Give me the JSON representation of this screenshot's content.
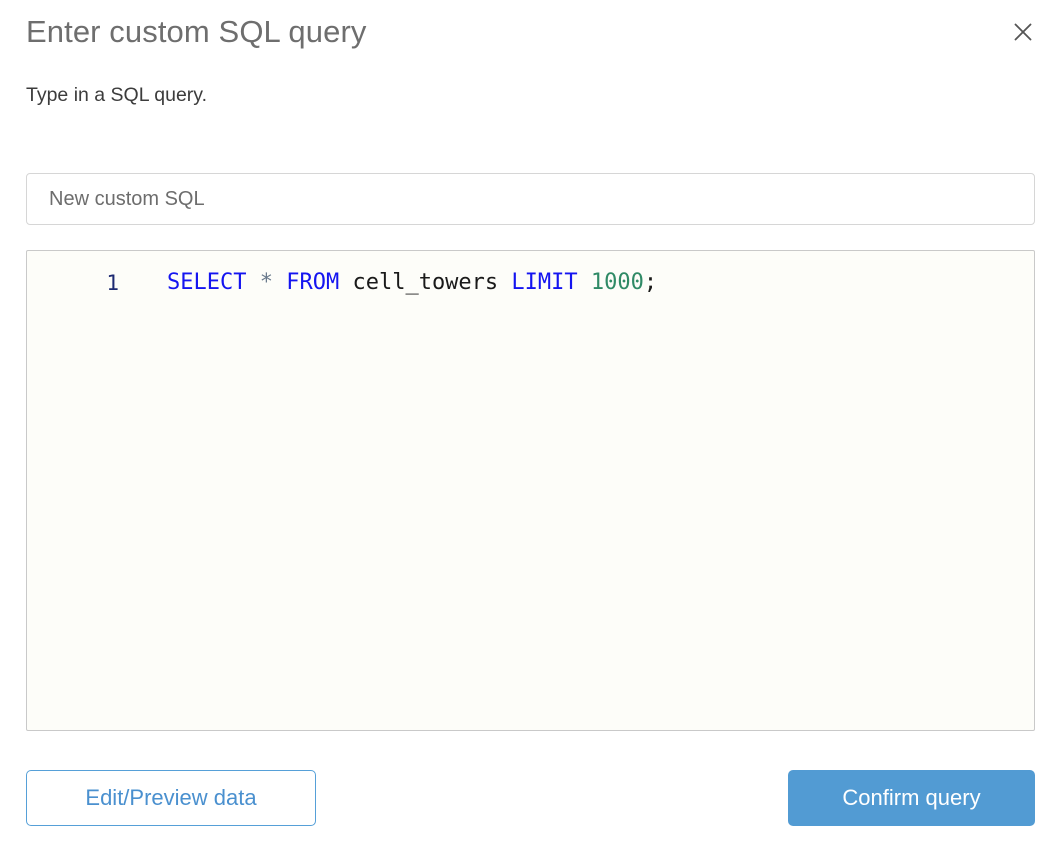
{
  "dialog": {
    "title": "Enter custom SQL query",
    "subtitle": "Type in a SQL query.",
    "close_icon": "close-icon"
  },
  "name_field": {
    "value": "",
    "placeholder": "New custom SQL"
  },
  "editor": {
    "line_number": "1",
    "tokens": [
      {
        "text": "SELECT",
        "type": "keyword"
      },
      {
        "text": " ",
        "type": "plain"
      },
      {
        "text": "*",
        "type": "operator"
      },
      {
        "text": " ",
        "type": "plain"
      },
      {
        "text": "FROM",
        "type": "keyword"
      },
      {
        "text": " ",
        "type": "plain"
      },
      {
        "text": "cell_towers",
        "type": "identifier"
      },
      {
        "text": " ",
        "type": "plain"
      },
      {
        "text": "LIMIT",
        "type": "keyword"
      },
      {
        "text": " ",
        "type": "plain"
      },
      {
        "text": "1000",
        "type": "number"
      },
      {
        "text": ";",
        "type": "punctuation"
      }
    ],
    "full_text": "SELECT * FROM cell_towers LIMIT 1000;",
    "seg_select": "SELECT",
    "seg_space1": " ",
    "seg_star": "*",
    "seg_space2": " ",
    "seg_from": "FROM",
    "seg_space3": " ",
    "seg_table": "cell_towers",
    "seg_space4": " ",
    "seg_limit": "LIMIT",
    "seg_space5": " ",
    "seg_number": "1000",
    "seg_semicolon": ";"
  },
  "footer": {
    "secondary_label": "Edit/Preview data",
    "primary_label": "Confirm query"
  },
  "colors": {
    "primary_button_bg": "#529bd3",
    "secondary_button_border": "#56a0d8",
    "secondary_button_text": "#4a90cf",
    "keyword": "#1414f0",
    "number": "#2f8a66",
    "operator": "#6a7a8c",
    "identifier": "#1a1a1a",
    "gutter": "#1d2a72",
    "title": "#6e6e6e",
    "subtitle": "#3c3c3c",
    "editor_bg": "#fdfdf9"
  }
}
